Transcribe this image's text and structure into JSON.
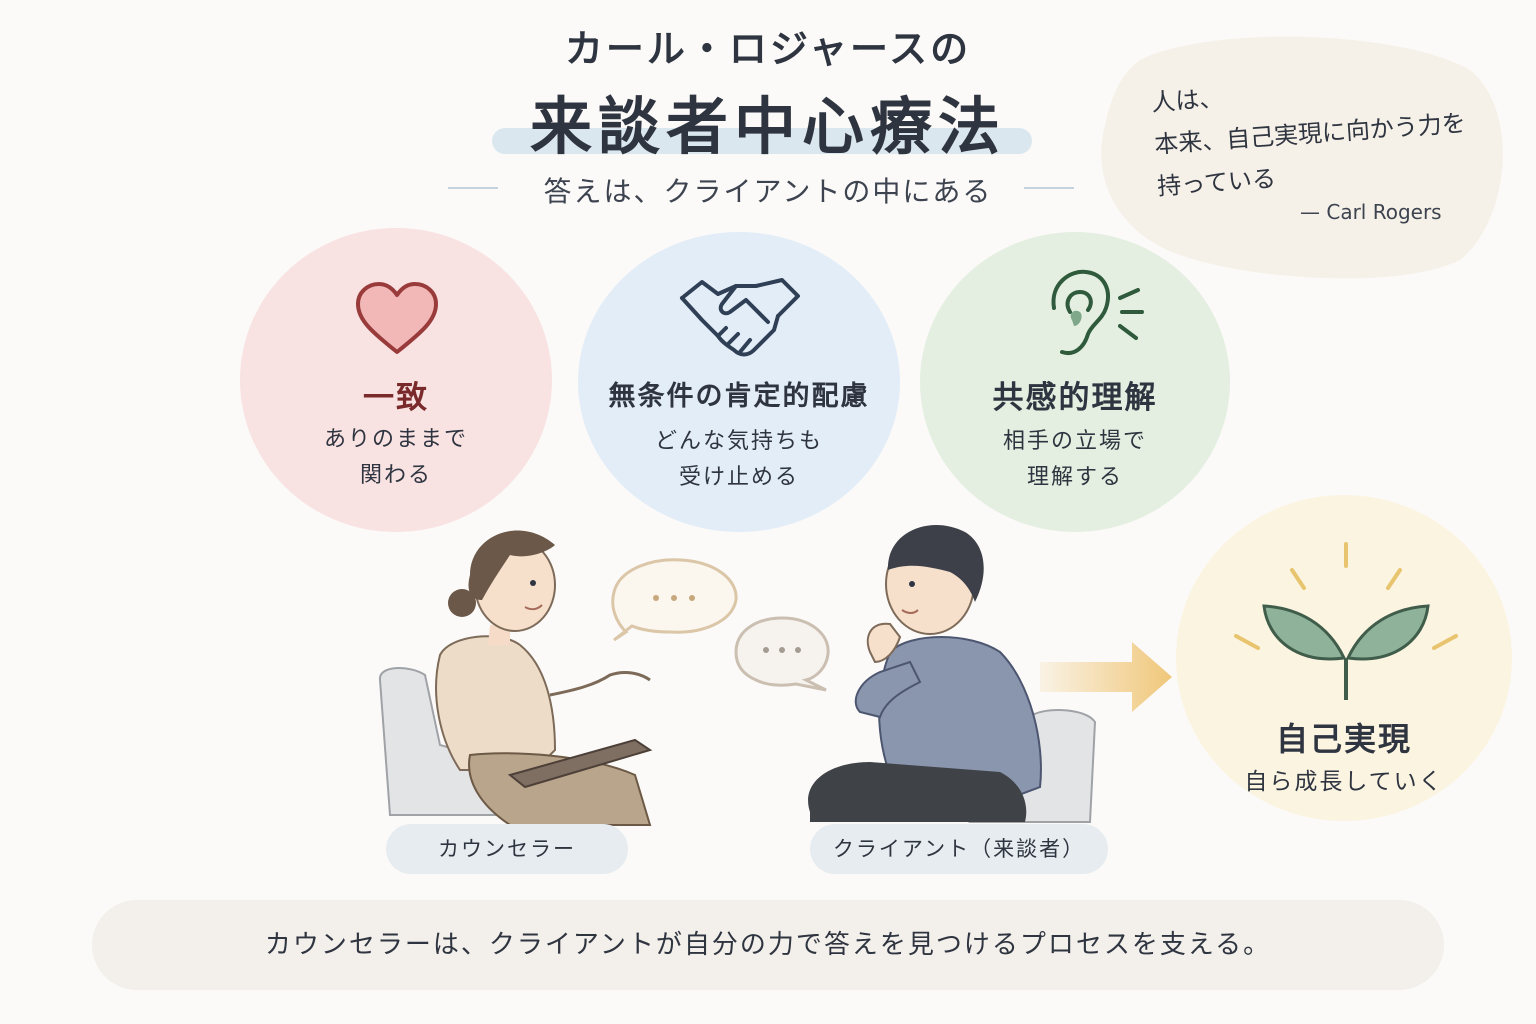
{
  "header": {
    "title_top": "カール・ロジャースの",
    "title_main": "来談者中心療法",
    "subtitle": "答えは、クライアントの中にある"
  },
  "quote": {
    "lines": [
      "人は、",
      "本来、自己実現に向かう力を",
      "持っている"
    ],
    "author": "— Carl Rogers"
  },
  "concepts": [
    {
      "title": "一致",
      "desc": [
        "ありのままで",
        "関わる"
      ],
      "icon": "heart-icon",
      "color": "#f8e2e2",
      "title_color": "#7a2a2a"
    },
    {
      "title": "無条件の肯定的配慮",
      "desc": [
        "どんな気持ちも",
        "受け止める"
      ],
      "icon": "handshake-icon",
      "color": "#e3edf7"
    },
    {
      "title": "共感的理解",
      "desc": [
        "相手の立場で",
        "理解する"
      ],
      "icon": "ear-icon",
      "color": "#e4efe1"
    }
  ],
  "goal": {
    "title": "自己実現",
    "desc": "自ら成長していく",
    "icon": "sprout-icon",
    "color": "#fbf4e1"
  },
  "people": {
    "counselor_label": "カウンセラー",
    "client_label": "クライアント（来談者）"
  },
  "footer": {
    "text": "カウンセラーは、クライアントが自分の力で答えを見つけるプロセスを支える。"
  },
  "colors": {
    "accent_dark": "#2f3540",
    "arrow": "#f0c77a",
    "leaf": "#8fb29a"
  }
}
